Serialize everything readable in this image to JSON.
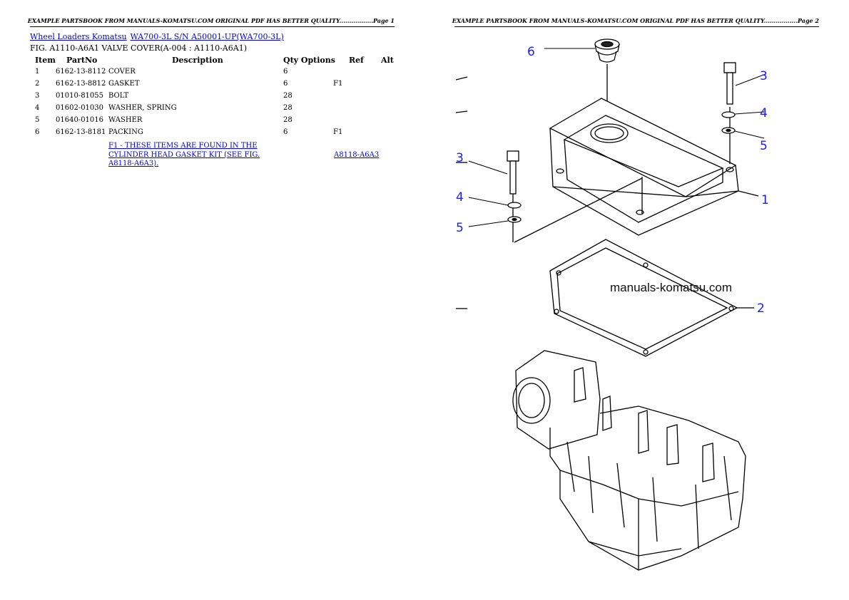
{
  "pages": [
    {
      "header": "EXAMPLE PARTSBOOK FROM MANUALS-KOMATSU.COM ORIGINAL PDF HAS BETTER QUALITY.................Page 1"
    },
    {
      "header": "EXAMPLE PARTSBOOK FROM MANUALS-KOMATSU.COM ORIGINAL PDF HAS BETTER QUALITY.................Page 2"
    }
  ],
  "breadcrumb": {
    "link1": "Wheel Loaders Komatsu",
    "link2": "WA700-3L S/N A50001-UP(WA700-3L)"
  },
  "figure_title": "FIG. A1110-A6A1 VALVE COVER(A-004 : A1110-A6A1)",
  "table": {
    "headers": {
      "item": "Item",
      "partno": "PartNo",
      "description": "Description",
      "qty_options": "Qty Options",
      "ref": "Ref",
      "alt": "Alt"
    },
    "rows": [
      {
        "item": "1",
        "partno": "6162-13-8112",
        "description": "COVER",
        "qty": "6",
        "ref": ""
      },
      {
        "item": "2",
        "partno": "6162-13-8812",
        "description": "GASKET",
        "qty": "6",
        "ref": "F1"
      },
      {
        "item": "3",
        "partno": "01010-81055",
        "description": "BOLT",
        "qty": "28",
        "ref": ""
      },
      {
        "item": "4",
        "partno": "01602-01030",
        "description": "WASHER, SPRING",
        "qty": "28",
        "ref": ""
      },
      {
        "item": "5",
        "partno": "01640-01016",
        "description": "WASHER",
        "qty": "28",
        "ref": ""
      },
      {
        "item": "6",
        "partno": "6162-13-8181",
        "description": "PACKING",
        "qty": "6",
        "ref": "F1"
      }
    ]
  },
  "note": {
    "text": "F1 - THESE ITEMS ARE FOUND IN THE CYLINDER HEAD GASKET KIT (SEE FIG. A8118-A6A3).",
    "ref_link": "A8118-A6A3"
  },
  "diagram": {
    "watermark": "manuals-komatsu.com",
    "callouts": {
      "c6": "6",
      "c3a": "3",
      "c4a": "4",
      "c5a": "5",
      "c1": "1",
      "c3b": "3",
      "c4b": "4",
      "c5b": "5",
      "c2": "2"
    },
    "callout_color": "#1a1aff"
  }
}
